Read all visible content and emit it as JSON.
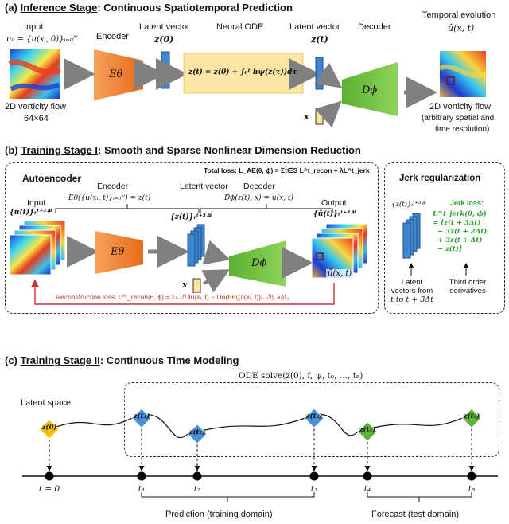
{
  "sections": {
    "a": {
      "prefix": "(a) ",
      "underlined": "Inference Stage",
      "rest": ": Continuous Spatiotemporal Prediction"
    },
    "b": {
      "prefix": "(b) ",
      "underlined": "Training Stage I",
      "rest": ": Smooth and Sparse Nonlinear Dimension Reduction"
    },
    "c": {
      "prefix": "(c) ",
      "underlined": "Training Stage II",
      "rest": ": Continuous Time Modeling"
    }
  },
  "stageA": {
    "input_label": "Input",
    "input_math": "u₀ = {u(xᵢ, 0)}ᵢ₌₀ᴺ",
    "input_caption_1": "2D vorticity flow",
    "input_caption_2": "64×64",
    "encoder_label": "Encoder",
    "encoder_symbol": "Eθ",
    "latent0_label": "Latent vector",
    "latent0_math": "z(0)",
    "ode_label": "Neural ODE",
    "ode_formula": "z(t) = z(0) + ∫₀ᵗ hψ(z(τ))dτ",
    "latentt_label": "Latent vector",
    "latentt_math": "z(t)",
    "x_label": "x",
    "decoder_label": "Decoder",
    "decoder_symbol": "Dϕ",
    "output_label": "Temporal evolution",
    "output_math": "û(x, t)",
    "output_caption_1": "2D vorticity flow",
    "output_caption_2": "(arbitrary spatial and",
    "output_caption_3": "time resolution)"
  },
  "stageB": {
    "ae_title": "Autoencoder",
    "total_loss": "Total loss: L_AE(θ, ϕ) = Σt∈S L^t_recon + λL^t_jerk",
    "encoder_label": "Encoder",
    "encoder_formula": "Eθ({u(xᵢ, t)}ᵢ₌₀ᴺ) = z(t)",
    "latent_label": "Latent vector",
    "decoder_label": "Decoder",
    "decoder_formula": "Dϕ(z(t), x) = u(x, t)",
    "input_label": "Input",
    "input_math": "{u(t)}ₜᵗ⁺³ᐞᵗ",
    "output_label": "Output",
    "output_math": "{û(t)}ₜᵗ⁺³ᐞᵗ",
    "latent_math": "{z(t)}ₜᵗ⁺³ᐞᵗ",
    "encoder_symbol": "Eθ",
    "decoder_symbol": "Dϕ",
    "x_label": "x",
    "out_point": "û(x, t)",
    "recon_loss": "Reconstruction loss: L^t_recon(θ, ϕ) = Σᵢ₌₀ᴺ ‖u(xᵢ, t) − Dϕ(Eθ({û(xᵢ, t)}ᵢ₌₀ᴺ), xᵢ)‖₂",
    "jerk_title": "Jerk regularization",
    "jerk_latent_math": "{z(t)}ₜᵗ⁺³ᐞᵗ",
    "jerk_loss_title": "Jerk loss:",
    "jerk_lines": [
      "L^t_jerk(θ, ϕ)",
      "= [z(t + 3Δt)",
      "− 3z(t + 2Δt)",
      "+ 3z(t + Δt)",
      "− z(t)]"
    ],
    "latent_caption": [
      "Latent",
      "vectors from",
      "t to t + 3Δt"
    ],
    "deriv_caption": [
      "Third order",
      "derivatives"
    ]
  },
  "stageC": {
    "latent_space_label": "Latent space",
    "ode_solve_label": "ODE solve(z(0), f, ψ, t₀, …, t₅)",
    "nodes": [
      "z(0)",
      "z(t₁)",
      "z(t₂)",
      "z(t₃)",
      "z(t₄)",
      "z(t₅)"
    ],
    "node_values": [
      0.35,
      0.58,
      0.25,
      0.58,
      0.3,
      0.58
    ],
    "ticks": [
      "t = 0",
      "t₁",
      "t₂",
      "t₃",
      "t₄",
      "t₅"
    ],
    "prediction_label": "Prediction (training domain)",
    "forecast_label": "Forecast (test domain)",
    "colors": {
      "initial": "#f2c200",
      "prediction": "#4a90d9",
      "forecast": "#5cb23a"
    }
  },
  "colors": {
    "encoder": "#f07a2a",
    "decoder": "#6cbf3a",
    "latent": "#3f86cf",
    "ode_box": "#fbe6a6",
    "x_box": "#fce4a0",
    "arrow": "#808080"
  }
}
